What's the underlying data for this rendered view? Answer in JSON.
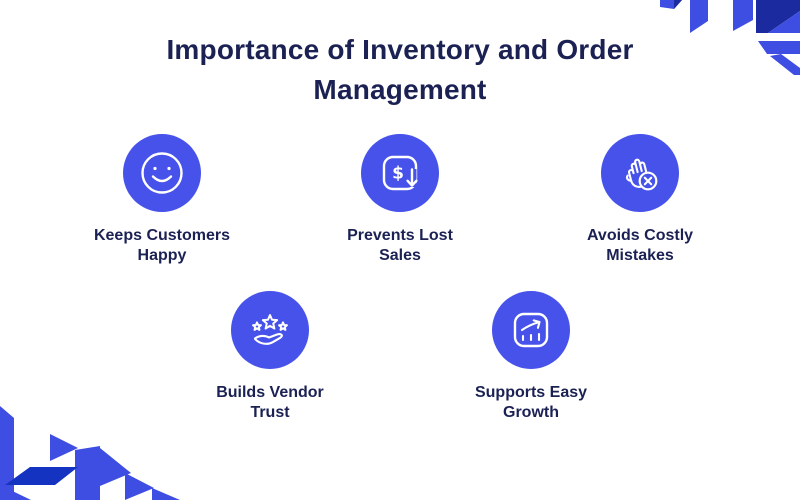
{
  "colors": {
    "accent": "#4652EA",
    "decor_blue": "#3F4EE2",
    "decor_dark_square": "#1B2A9E",
    "decor_navy": "#1433C0",
    "heading_text": "#1B2153",
    "background": "#FFFFFF",
    "icon_stroke": "#FFFFFF"
  },
  "title": {
    "lines": [
      "Importance of Inventory and Order",
      "Management"
    ]
  },
  "items": [
    {
      "icon": "smiley-face-icon",
      "lines": [
        "Keeps Customers",
        "Happy"
      ]
    },
    {
      "icon": "dollar-down-arrow-icon",
      "lines": [
        "Prevents Lost",
        "Sales"
      ]
    },
    {
      "icon": "stop-hand-x-icon",
      "lines": [
        "Avoids Costly",
        "Mistakes"
      ]
    },
    {
      "icon": "stars-in-hand-icon",
      "lines": [
        "Builds Vendor",
        "Trust"
      ]
    },
    {
      "icon": "growth-chart-icon",
      "lines": [
        "Supports Easy",
        "Growth"
      ]
    }
  ],
  "glyphs": {
    "dollar": "$"
  }
}
